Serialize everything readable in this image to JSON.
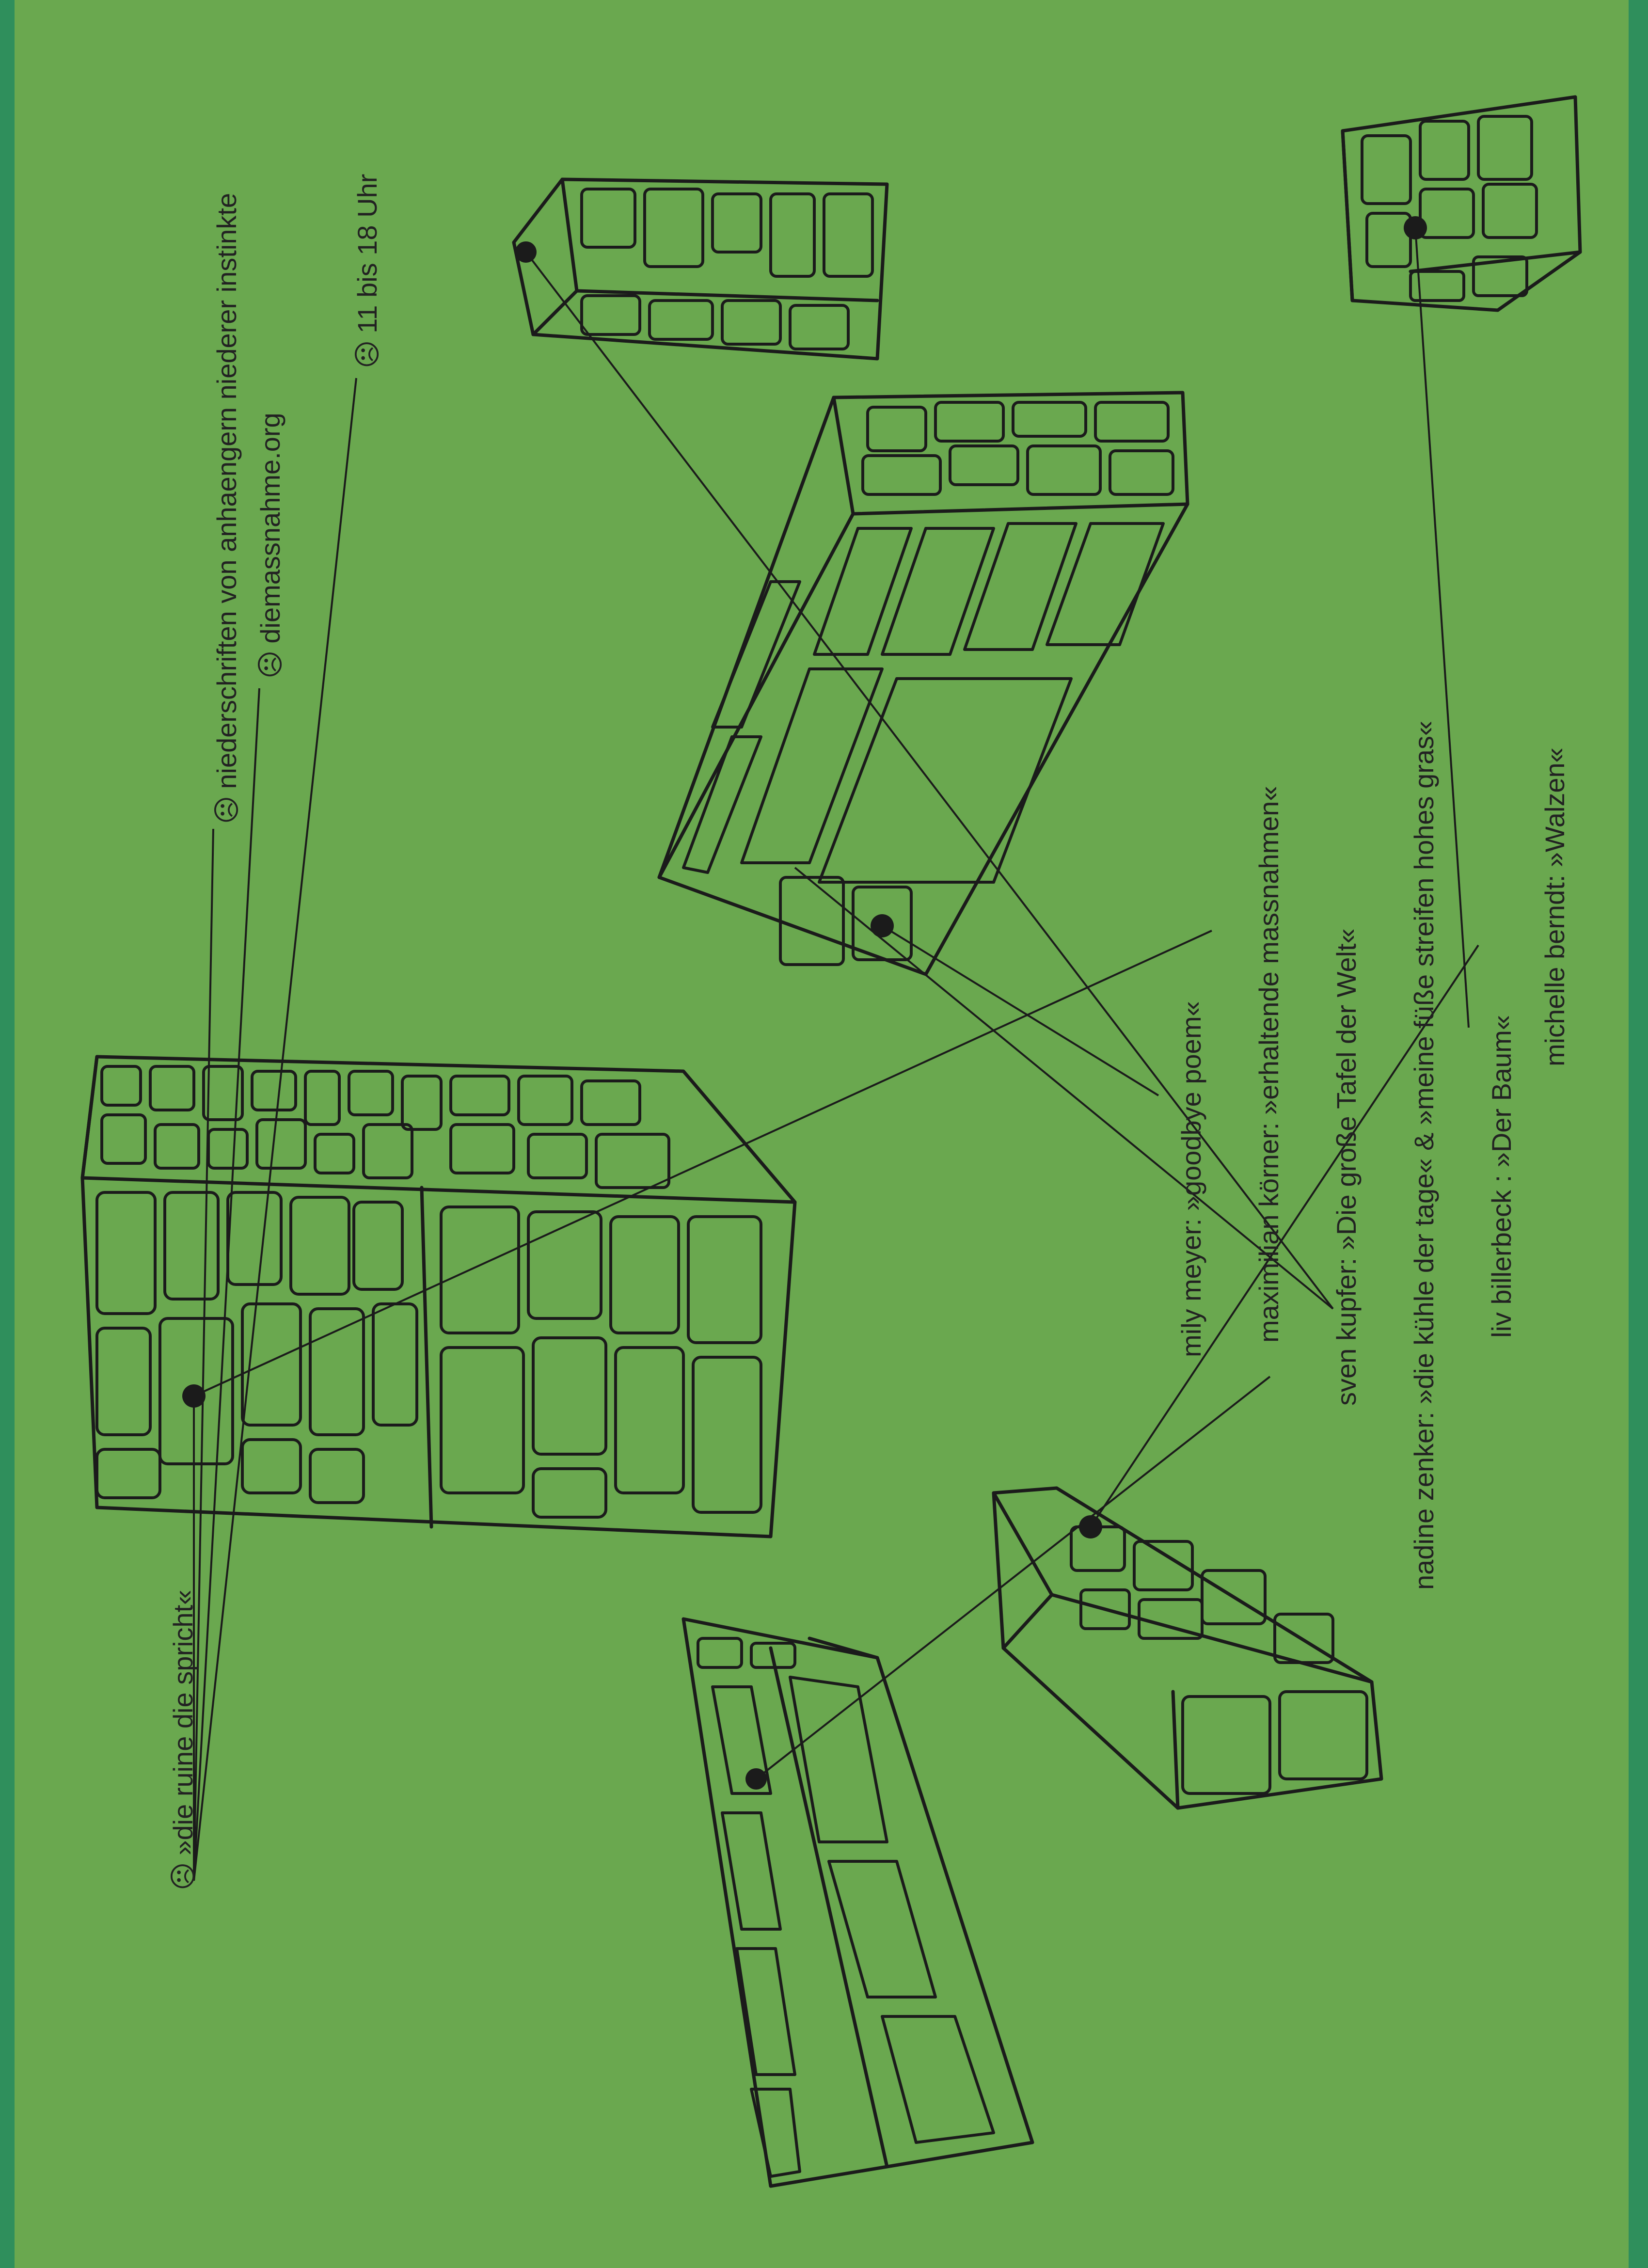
{
  "colors": {
    "background_border": "#2f8f5c",
    "paper": "#6aa84f",
    "ink": "#1b1b1b"
  },
  "left_column": {
    "marker_glyph": "☹",
    "title": "»die ruine die spricht«",
    "subtitle": "niederschriften von anhaengern niederer instinkte",
    "website": "diemassnahme.org",
    "hours": "11 bis 18 Uhr"
  },
  "works": [
    {
      "artist": "mily meyer",
      "title": "»goodbye poem«"
    },
    {
      "artist": "maximilian körner",
      "title": "»erhaltende massnahmen«"
    },
    {
      "artist": "sven kupfer",
      "title": "»Die große Tafel der Welt«"
    },
    {
      "artist": "nadine zenker",
      "title": "»die kühle der tage« & »meine füße streifen hohes gras«"
    },
    {
      "artist": "liv billerbeck",
      "title": "»Der Baum«"
    },
    {
      "artist": "michelle berndt",
      "title": "»Walzen«"
    }
  ]
}
